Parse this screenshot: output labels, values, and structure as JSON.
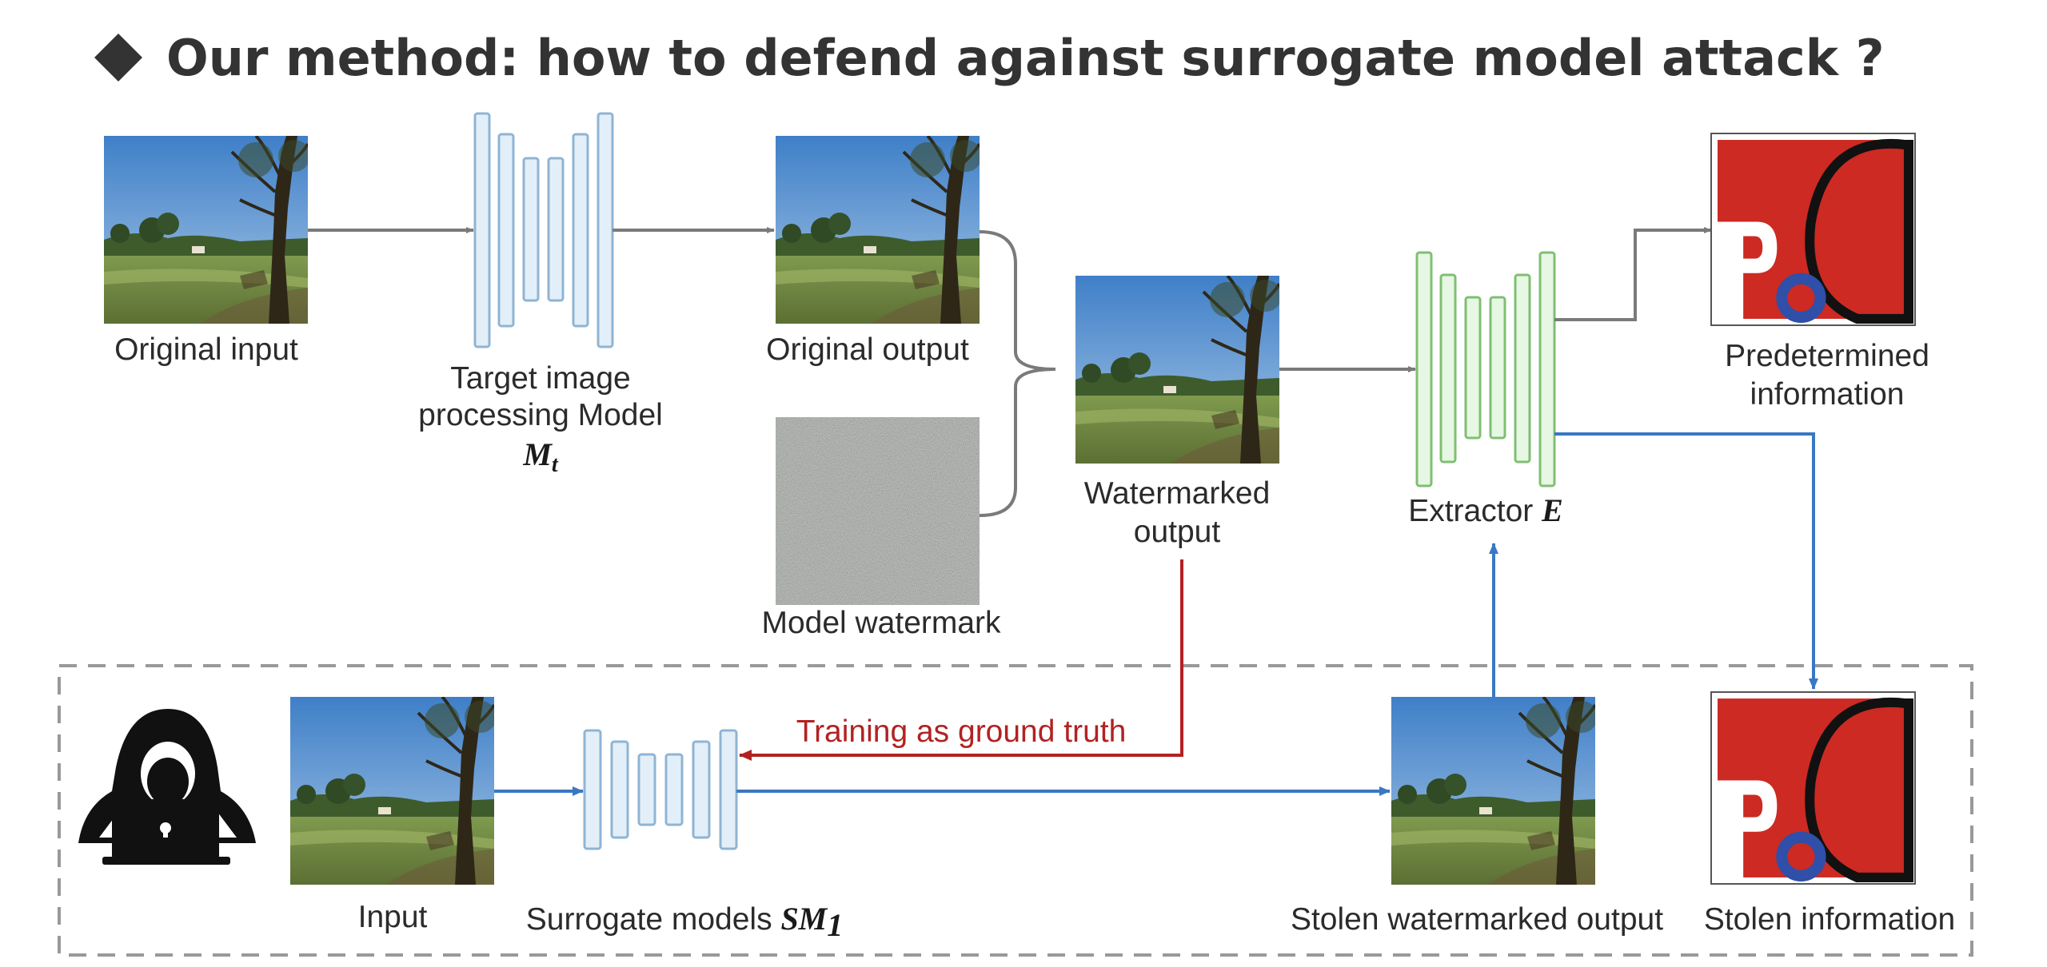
{
  "title": "Our method: how to defend against surrogate model attack ?",
  "labels": {
    "original_input": "Original input",
    "target_model_line1": "Target image",
    "target_model_line2": "processing Model",
    "target_model_symbol": "M",
    "target_model_sub": "t",
    "original_output": "Original output",
    "model_watermark": "Model watermark",
    "watermarked_line1": "Watermarked",
    "watermarked_line2": "output",
    "extractor": "Extractor",
    "extractor_symbol": "E",
    "predetermined_line1": "Predetermined",
    "predetermined_line2": "information",
    "input": "Input",
    "surrogate": "Surrogate models",
    "surrogate_symbol": "SM",
    "surrogate_sub": "1",
    "training_gt": "Training as ground truth",
    "stolen_output": "Stolen watermarked output",
    "stolen_info": "Stolen information"
  },
  "icons": {
    "title_bullet": "diamond-icon",
    "attacker": "hacker-icon"
  },
  "colors": {
    "model_block_fill": "#e3eff8",
    "model_block_stroke": "#8fb4d4",
    "extractor_fill": "#e6f7e3",
    "extractor_stroke": "#7fbf73",
    "gray_arrow": "#7a7a7a",
    "blue_arrow": "#3a78c2",
    "red_arrow": "#b22222",
    "info_red": "#cc2a22",
    "info_blue": "#2f4fa8"
  }
}
